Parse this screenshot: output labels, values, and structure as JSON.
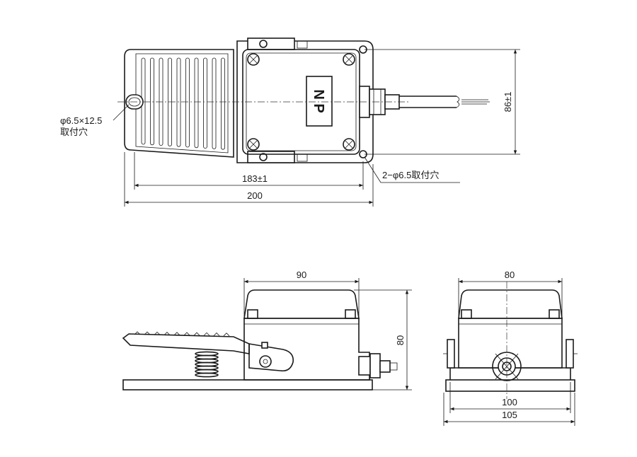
{
  "top_view": {
    "dim_width_inner": "183±1",
    "dim_width_total": "200",
    "dim_height": "86±1",
    "slot_hole_label_line1": "φ6.5×12.5",
    "slot_hole_label_line2": "取付穴",
    "mount_hole_label": "2−φ6.5取付穴",
    "nameplate": "N P"
  },
  "side_view": {
    "dim_width": "90",
    "dim_height": "80"
  },
  "front_view": {
    "dim_top_width": "80",
    "dim_base_inner": "100",
    "dim_base_total": "105"
  }
}
